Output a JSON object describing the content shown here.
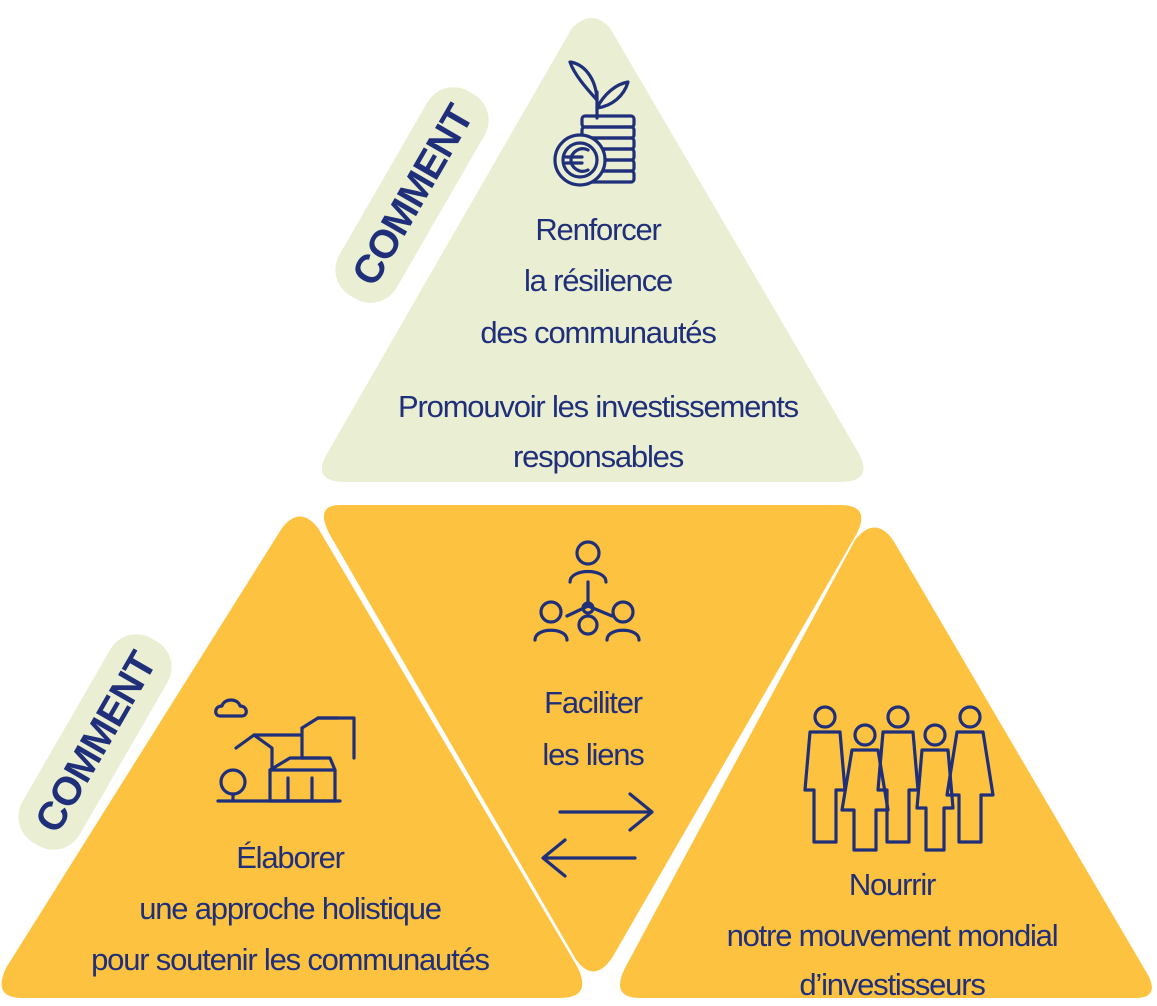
{
  "colors": {
    "top_fill": "#eaeed2",
    "bottom_fill": "#fdc340",
    "text": "#1f2f7a",
    "tag_fill": "#eaeed2"
  },
  "tags": {
    "top": "COMMENT",
    "bottom": "COMMENT"
  },
  "top": {
    "icon": "euro-coins-plant-icon",
    "line1": "Renforcer",
    "line2": "la résilience",
    "line3": "des communautés",
    "line4": "Promouvoir les investissements",
    "line5": "responsables"
  },
  "middle": {
    "icon": "network-people-icon",
    "line1": "Faciliter",
    "line2": "les liens",
    "arrows_icon": "exchange-arrows-icon"
  },
  "left": {
    "icon": "community-houses-icon",
    "line1": "Élaborer",
    "line2": "une approche holistique",
    "line3": "pour soutenir les communautés"
  },
  "right": {
    "icon": "group-of-people-icon",
    "line1": "Nourrir",
    "line2": "notre mouvement mondial",
    "line3": "d’investisseurs"
  }
}
